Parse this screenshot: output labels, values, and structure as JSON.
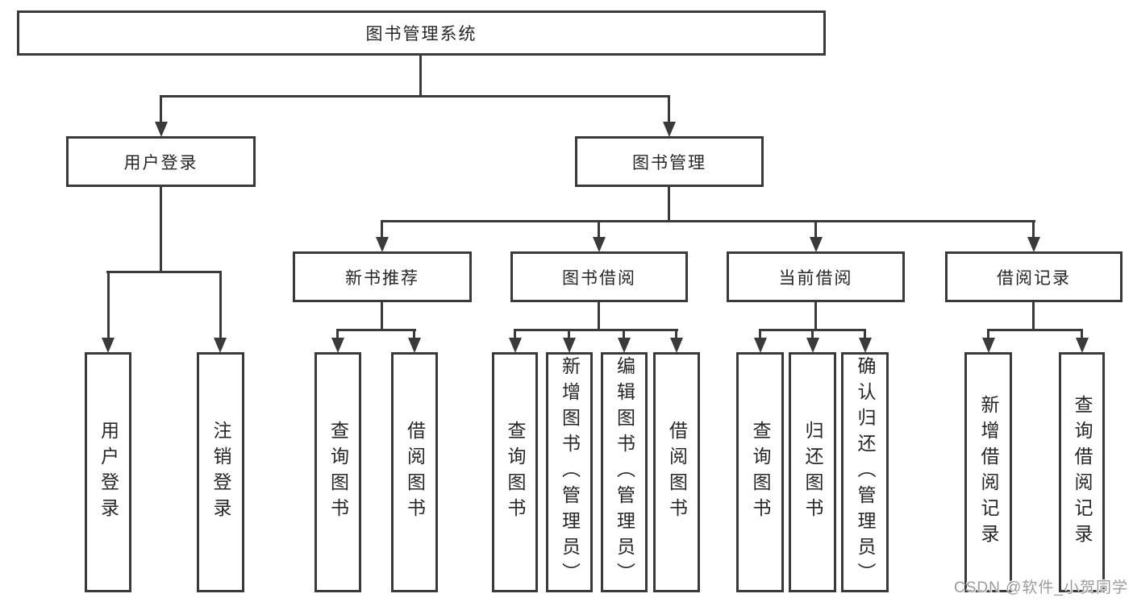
{
  "diagram": {
    "title": "图书管理系统",
    "level2": [
      {
        "label": "用户登录"
      },
      {
        "label": "图书管理"
      }
    ],
    "level3": [
      {
        "label": "新书推荐"
      },
      {
        "label": "图书借阅"
      },
      {
        "label": "当前借阅"
      },
      {
        "label": "借阅记录"
      }
    ],
    "leaves": [
      {
        "label": "用户登录"
      },
      {
        "label": "注销登录"
      },
      {
        "label": "查询图书"
      },
      {
        "label": "借阅图书"
      },
      {
        "label": "查询图书"
      },
      {
        "label": "新增图书（管理员）"
      },
      {
        "label": "编辑图书（管理员）"
      },
      {
        "label": "借阅图书"
      },
      {
        "label": "查询图书"
      },
      {
        "label": "归还图书"
      },
      {
        "label": "确认归还（管理员）"
      },
      {
        "label": "新增借阅记录"
      },
      {
        "label": "查询借阅记录"
      }
    ],
    "watermark": "CSDN @软件_小贺同学",
    "colors": {
      "line": "#3a3a3a",
      "text": "#262626",
      "watermark": "#9b9b9b",
      "background": "#ffffff"
    }
  }
}
